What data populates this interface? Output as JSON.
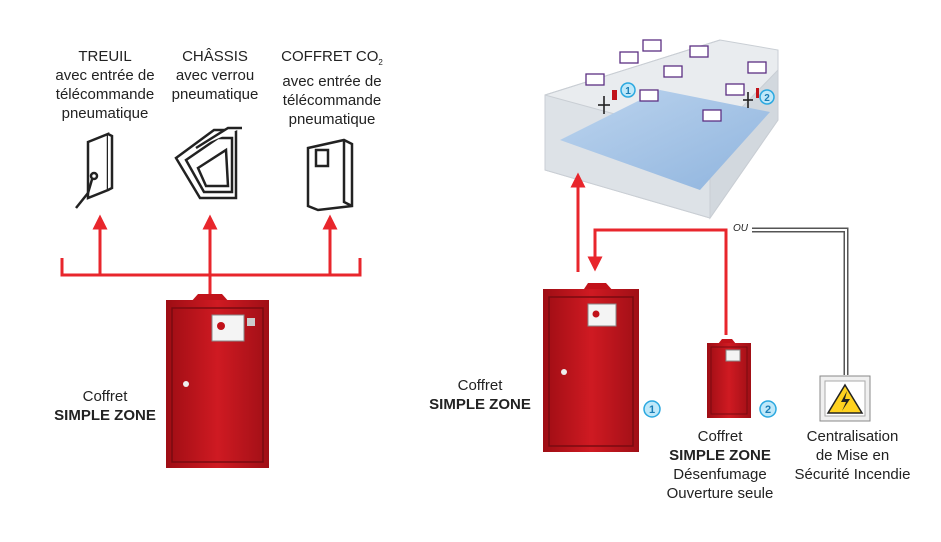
{
  "devices": {
    "winch": {
      "line1": "TREUIL",
      "line2": "avec entrée de",
      "line3": "télécommande",
      "line4": "pneumatique"
    },
    "chassis": {
      "line1": "CHÂSSIS",
      "line2": "avec verrou",
      "line3": "pneumatique"
    },
    "co2": {
      "line1": "COFFRET CO",
      "sub": "2",
      "line2": "avec entrée de",
      "line3": "télécommande",
      "line4": "pneumatique"
    }
  },
  "left_box": {
    "line1": "Coffret",
    "line2": "SIMPLE ZONE"
  },
  "right_box_main": {
    "line1": "Coffret",
    "line2": "SIMPLE ZONE",
    "badge": "1"
  },
  "right_box_small": {
    "line1": "Coffret",
    "line2": "SIMPLE ZONE",
    "line3": "Désenfumage",
    "line4": "Ouverture seule",
    "badge": "2"
  },
  "central": {
    "line1": "Centralisation",
    "line2": "de Mise en",
    "line3": "Sécurité Incendie"
  },
  "room_badges": [
    "1",
    "2"
  ],
  "ou_label": "OU",
  "colors": {
    "red_arrow": "#e8262c",
    "cabinet": "#c1121a",
    "badge": "#2aa8e0",
    "grey_line": "#555555"
  }
}
